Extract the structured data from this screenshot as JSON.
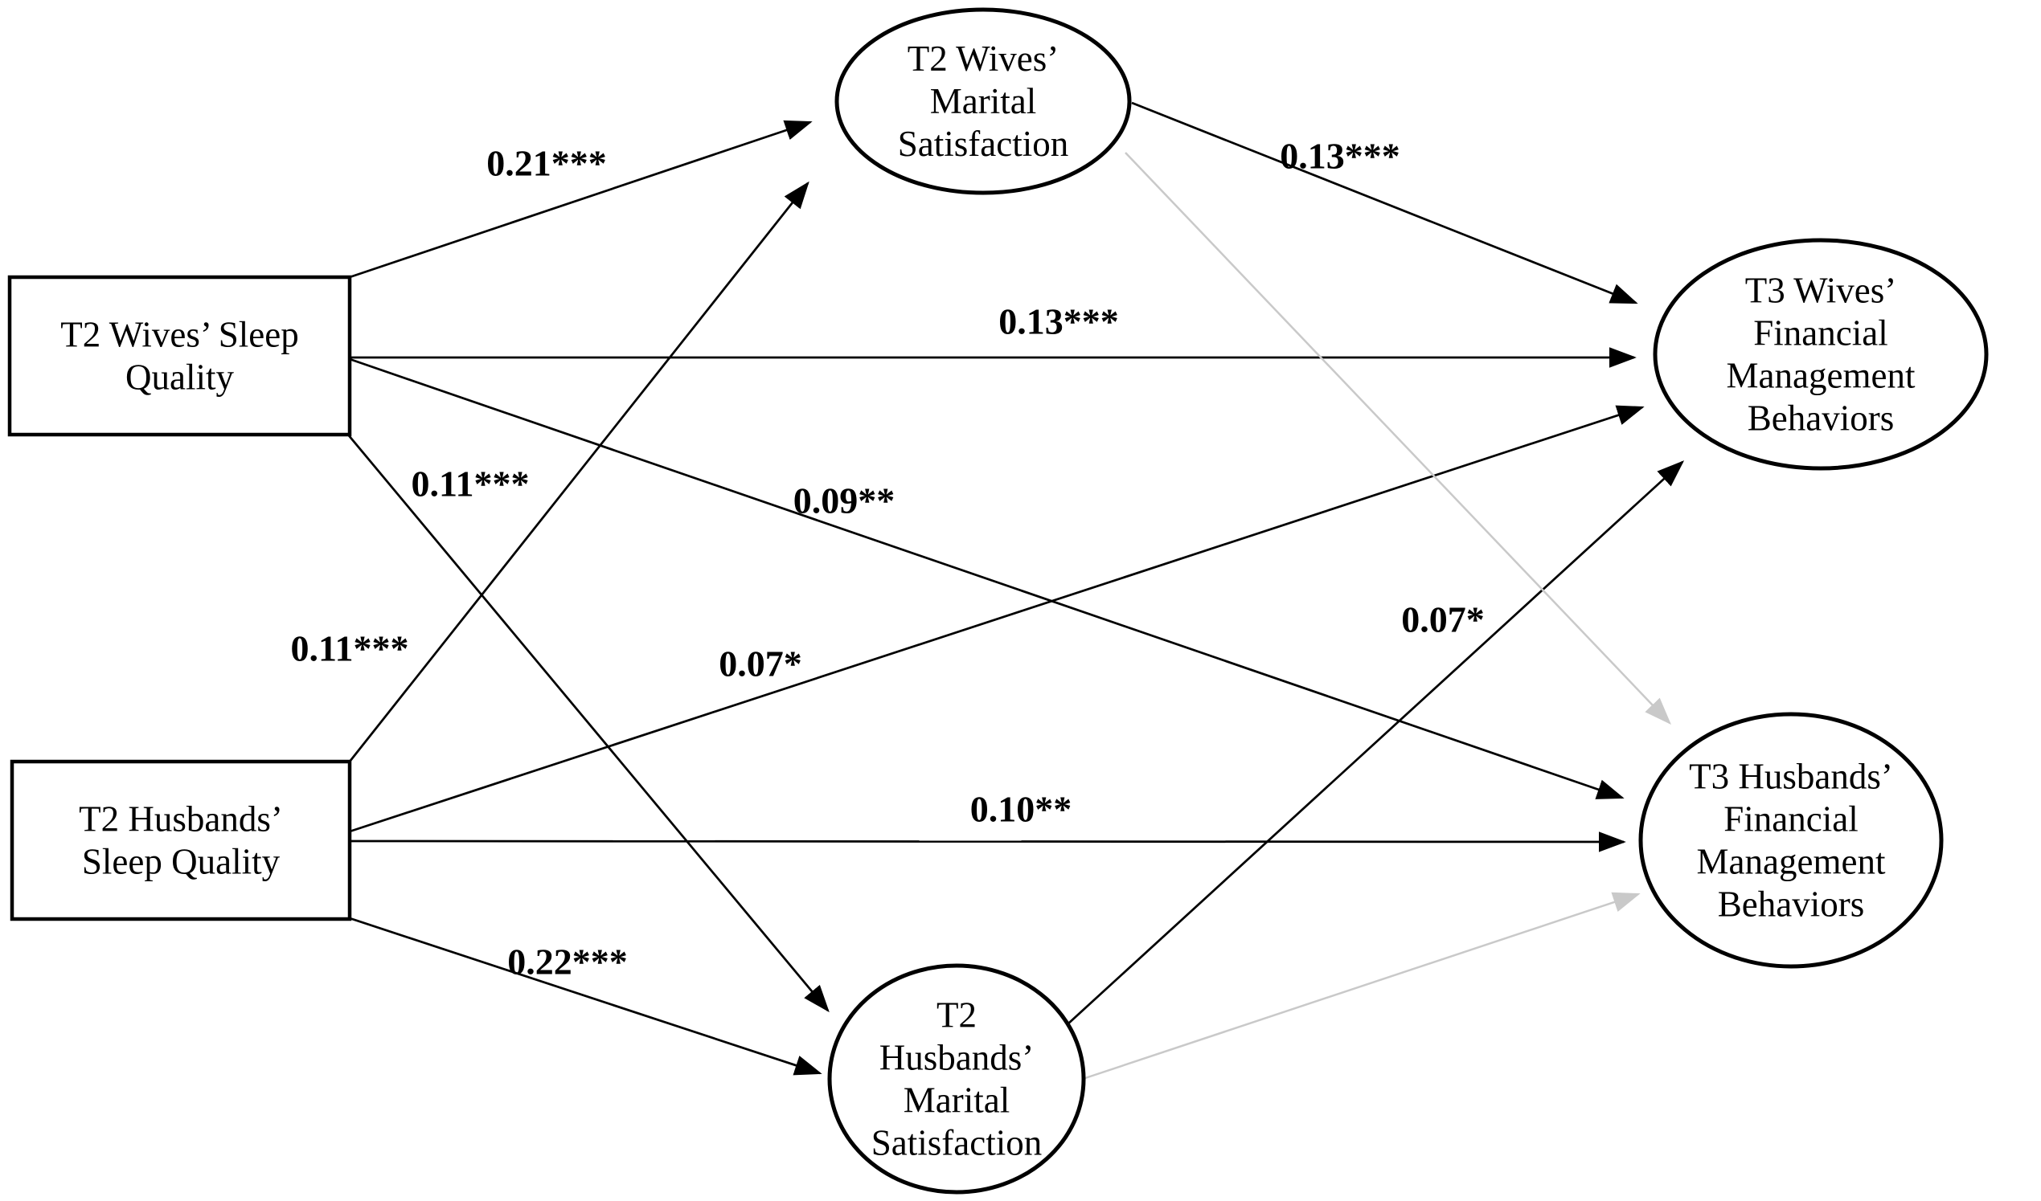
{
  "figure": {
    "type": "path-model-diagram",
    "background": "#ffffff",
    "colors": {
      "significant_path": "#000000",
      "nonsignificant_path": "#c9c9c9",
      "node_border": "#000000",
      "node_fill": "#ffffff",
      "text": "#000000"
    }
  },
  "nodes": [
    {
      "id": "wives-sleep",
      "shape": "rect",
      "lines": [
        "T2 Wives’ Sleep",
        "Quality"
      ]
    },
    {
      "id": "husbands-sleep",
      "shape": "rect",
      "lines": [
        "T2 Husbands’",
        "Sleep Quality"
      ]
    },
    {
      "id": "wives-ms",
      "shape": "ellipse",
      "lines": [
        "T2 Wives’",
        "Marital",
        "Satisfaction"
      ]
    },
    {
      "id": "husbands-ms",
      "shape": "ellipse",
      "lines": [
        "T2",
        "Husbands’",
        "Marital",
        "Satisfaction"
      ]
    },
    {
      "id": "wives-fmb",
      "shape": "ellipse",
      "lines": [
        "T3 Wives’",
        "Financial",
        "Management",
        "Behaviors"
      ]
    },
    {
      "id": "husbands-fmb",
      "shape": "ellipse",
      "lines": [
        "T3 Husbands’",
        "Financial",
        "Management",
        "Behaviors"
      ]
    }
  ],
  "edges": [
    {
      "id": "wsleep-wms",
      "from": "wives-sleep",
      "to": "wives-ms",
      "label": "0.21***",
      "style": "significant"
    },
    {
      "id": "wsleep-wfmb",
      "from": "wives-sleep",
      "to": "wives-fmb",
      "label": "0.13***",
      "style": "significant"
    },
    {
      "id": "wsleep-hfmb",
      "from": "wives-sleep",
      "to": "husbands-fmb",
      "label": "0.09**",
      "style": "significant"
    },
    {
      "id": "wsleep-hms",
      "from": "wives-sleep",
      "to": "husbands-ms",
      "label": "0.11***",
      "style": "significant"
    },
    {
      "id": "hsleep-wms",
      "from": "husbands-sleep",
      "to": "wives-ms",
      "label": "0.11***",
      "style": "significant"
    },
    {
      "id": "hsleep-wfmb",
      "from": "husbands-sleep",
      "to": "wives-fmb",
      "label": "0.07*",
      "style": "significant"
    },
    {
      "id": "hsleep-hfmb",
      "from": "husbands-sleep",
      "to": "husbands-fmb",
      "label": "0.10**",
      "style": "significant"
    },
    {
      "id": "hsleep-hms",
      "from": "husbands-sleep",
      "to": "husbands-ms",
      "label": "0.22***",
      "style": "significant"
    },
    {
      "id": "wms-wfmb",
      "from": "wives-ms",
      "to": "wives-fmb",
      "label": "0.13***",
      "style": "significant"
    },
    {
      "id": "hms-wfmb",
      "from": "husbands-ms",
      "to": "wives-fmb",
      "label": "0.07*",
      "style": "significant"
    },
    {
      "id": "wms-hfmb",
      "from": "wives-ms",
      "to": "husbands-fmb",
      "label": "",
      "style": "nonsignificant"
    },
    {
      "id": "hms-hfmb",
      "from": "husbands-ms",
      "to": "husbands-fmb",
      "label": "",
      "style": "nonsignificant"
    }
  ]
}
